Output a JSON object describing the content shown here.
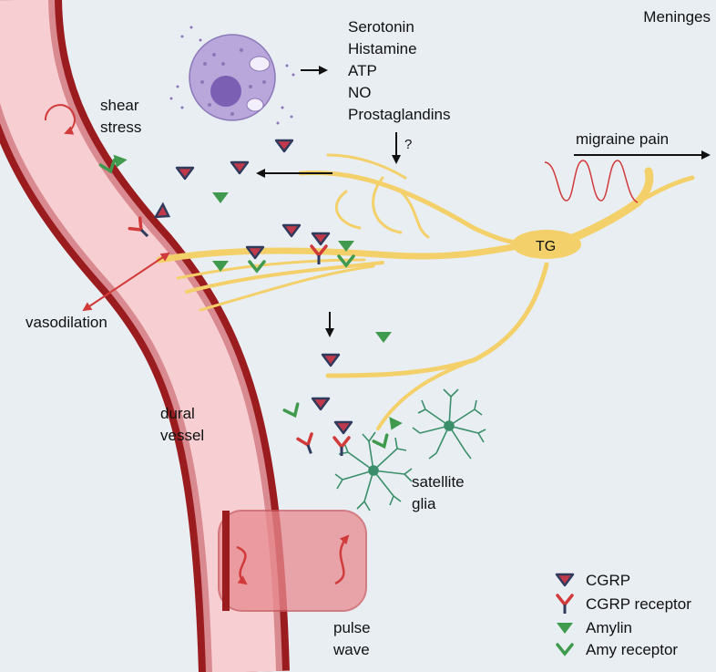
{
  "labels": {
    "meninges": "Meninges",
    "mediators": [
      "Serotonin",
      "Histamine",
      "ATP",
      "NO",
      "Prostaglandins"
    ],
    "question": "?",
    "shear": "shear",
    "stress": "stress",
    "migraine_pain": "migraine pain",
    "tg": "TG",
    "vasodilation": "vasodilation",
    "dural": "dural",
    "vessel": "vessel",
    "satellite": "satellite",
    "glia": "glia",
    "pulse": "pulse",
    "wave": "wave"
  },
  "legend": [
    {
      "symbol": "cgrp",
      "label": "CGRP"
    },
    {
      "symbol": "cgrp-receptor",
      "label": "CGRP receptor"
    },
    {
      "symbol": "amylin",
      "label": "Amylin"
    },
    {
      "symbol": "amy-receptor",
      "label": "Amy receptor"
    }
  ],
  "colors": {
    "background": "#e9eef3",
    "vessel_wall": "#9b1c1f",
    "vessel_lumen": "#f7cfd2",
    "nerve": "#f4d06a",
    "cgrp": "#c0394a",
    "amylin": "#3f9a4d",
    "glia": "#3a8f6a",
    "mast_cell": "#b9a7dc",
    "arrow_red": "#d13a3a"
  },
  "icons": [
    "mast-cell-icon",
    "satellite-glia-icon",
    "pulse-wave-icon",
    "pain-signal-icon"
  ]
}
